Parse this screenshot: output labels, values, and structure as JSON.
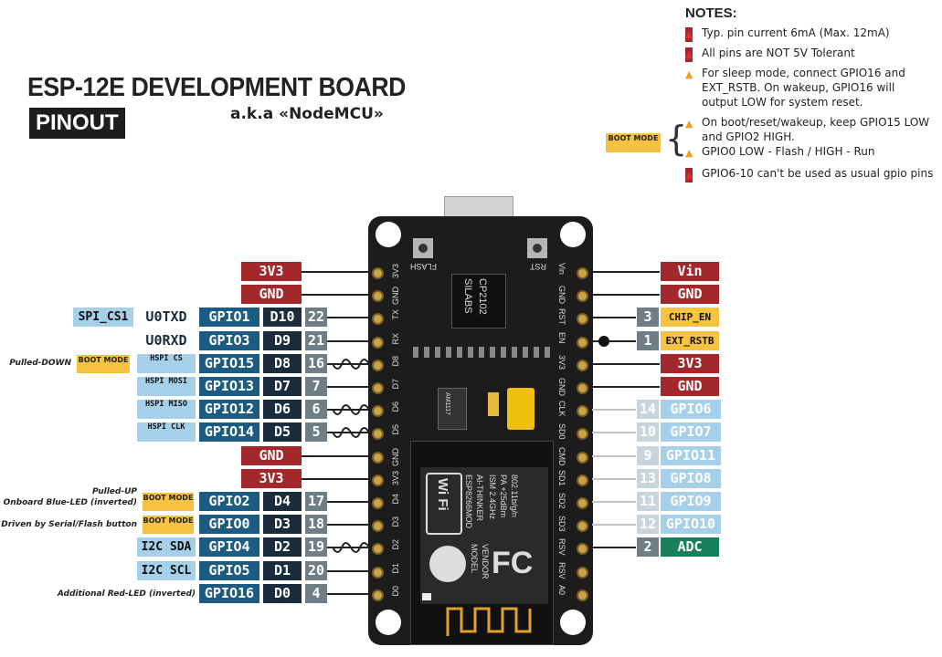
{
  "title": "ESP-12E DEVELOPMENT BOARD",
  "pinout": "PINOUT",
  "aka": "a.k.a «NodeMCU»",
  "notes": {
    "heading": "NOTES:",
    "items": [
      {
        "color": "red",
        "text": "Typ. pin current 6mA (Max. 12mA)"
      },
      {
        "color": "red",
        "text": "All pins are NOT 5V Tolerant"
      },
      {
        "color": "orange",
        "text": "For sleep mode, connect GPIO16 and EXT_RSTB. On wakeup, GPIO16 will output LOW for system reset."
      },
      {
        "color": "orange",
        "text": "On boot/reset/wakeup, keep GPIO15 LOW and GPIO2 HIGH."
      },
      {
        "color": "orange",
        "text": "GPIO0 LOW - Flash / HIGH - Run"
      },
      {
        "color": "red",
        "text": "GPIO6-10 can't be used as usual gpio pins"
      }
    ],
    "boot_mode": "BOOT MODE"
  },
  "left": {
    "power": [
      "3V3",
      "GND"
    ],
    "rows": [
      {
        "extra1": "SPI_CS1",
        "extra2": "U0TXD",
        "gpio": "GPIO1",
        "d": "D10",
        "n": "22"
      },
      {
        "extra1": "",
        "extra2": "U0RXD",
        "gpio": "GPIO3",
        "d": "D9",
        "n": "21"
      },
      {
        "note": "Pulled-DOWN",
        "boot": "BOOT MODE",
        "extra2": "HSPI CS",
        "gpio": "GPIO15",
        "d": "D8",
        "n": "16"
      },
      {
        "extra2": "HSPI MOSI",
        "gpio": "GPIO13",
        "d": "D7",
        "n": "7"
      },
      {
        "extra2": "HSPI MISO",
        "gpio": "GPIO12",
        "d": "D6",
        "n": "6"
      },
      {
        "extra2": "HSPI CLK",
        "gpio": "GPIO14",
        "d": "D5",
        "n": "5"
      }
    ],
    "mid_power": [
      "GND",
      "3V3"
    ],
    "rows2": [
      {
        "note1": "Pulled-UP",
        "note2": "Onboard Blue-LED (inverted)",
        "boot": "BOOT MODE",
        "gpio": "GPIO2",
        "d": "D4",
        "n": "17"
      },
      {
        "note1": "Driven by Serial/Flash button",
        "boot": "BOOT MODE",
        "gpio": "GPIO0",
        "d": "D3",
        "n": "18"
      },
      {
        "extra": "I2C SDA",
        "gpio": "GPIO4",
        "d": "D2",
        "n": "19"
      },
      {
        "extra": "I2C SCL",
        "gpio": "GPIO5",
        "d": "D1",
        "n": "20"
      },
      {
        "note1": "Additional Red-LED (inverted)",
        "gpio": "GPIO16",
        "d": "D0",
        "n": "4"
      }
    ]
  },
  "right": {
    "rows": [
      {
        "label": "Vin",
        "type": "red"
      },
      {
        "label": "GND",
        "type": "red"
      },
      {
        "n": "3",
        "label": "CHIP_EN",
        "type": "yellow"
      },
      {
        "n": "1",
        "label": "EXT_RSTB",
        "type": "yellow"
      },
      {
        "label": "3V3",
        "type": "red"
      },
      {
        "label": "GND",
        "type": "red"
      },
      {
        "n": "14",
        "label": "GPIO6",
        "type": "lblue"
      },
      {
        "n": "10",
        "label": "GPIO7",
        "type": "lblue"
      },
      {
        "n": "9",
        "label": "GPIO11",
        "type": "lblue"
      },
      {
        "n": "13",
        "label": "GPIO8",
        "type": "lblue"
      },
      {
        "n": "11",
        "label": "GPIO9",
        "type": "lblue"
      },
      {
        "n": "12",
        "label": "GPIO10",
        "type": "lblue"
      },
      {
        "n": "2",
        "label": "ADC",
        "type": "green"
      }
    ]
  },
  "board": {
    "flash": "FLASH",
    "rst": "RST",
    "chip1": "SILABS",
    "chip2": "CP2102",
    "left_pins": [
      "3V3",
      "GND",
      "TX",
      "RX",
      "D8",
      "D7",
      "D6",
      "D5",
      "GND",
      "3V3",
      "D4",
      "D3",
      "D2",
      "D1",
      "D0"
    ],
    "right_pins": [
      "Vin",
      "GND",
      "RST",
      "EN",
      "3V3",
      "GND",
      "CLK",
      "SD0",
      "CMD",
      "SD1",
      "SD2",
      "SD3",
      "RSV",
      "RSV",
      "A0"
    ],
    "ams": "AM1117",
    "module1": "ESP8266MOD",
    "module2": "AI-THINKER",
    "module3": "ISM 2.4GHz",
    "module4": "PA +25dBm",
    "module5": "802.11b/g/n",
    "wifi": "Wi Fi",
    "vendor": "VENDOR",
    "model": "MODEL",
    "fc": "FC"
  }
}
